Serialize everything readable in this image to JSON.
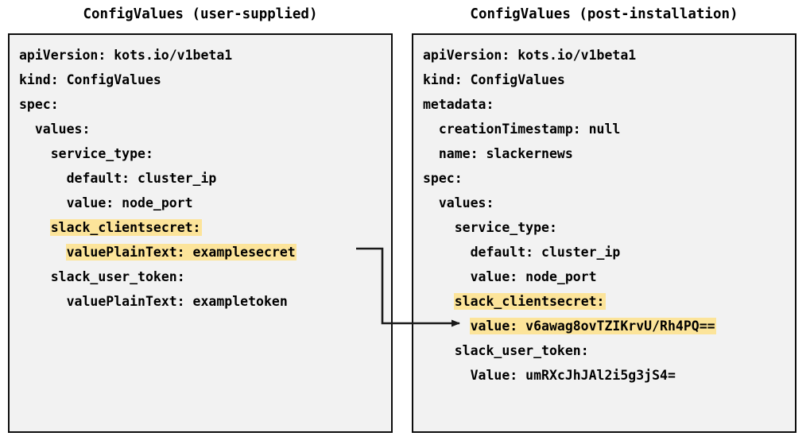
{
  "panels": {
    "left": {
      "title": "ConfigValues (user-supplied)",
      "lines": [
        {
          "text": "apiVersion: kots.io/v1beta1",
          "highlight": false
        },
        {
          "text": "kind: ConfigValues",
          "highlight": false
        },
        {
          "text": "spec:",
          "highlight": false
        },
        {
          "text": "  values:",
          "highlight": false
        },
        {
          "text": "    service_type:",
          "highlight": false
        },
        {
          "text": "      default: cluster_ip",
          "highlight": false
        },
        {
          "text": "      value: node_port",
          "highlight": false
        },
        {
          "text": "    slack_clientsecret:",
          "highlight": true
        },
        {
          "text": "      valuePlainText: examplesecret",
          "highlight": true
        },
        {
          "text": "    slack_user_token:",
          "highlight": false
        },
        {
          "text": "      valuePlainText: exampletoken",
          "highlight": false
        }
      ]
    },
    "right": {
      "title": "ConfigValues (post-installation)",
      "lines": [
        {
          "text": "apiVersion: kots.io/v1beta1",
          "highlight": false
        },
        {
          "text": "kind: ConfigValues",
          "highlight": false
        },
        {
          "text": "metadata:",
          "highlight": false
        },
        {
          "text": "  creationTimestamp: null",
          "highlight": false
        },
        {
          "text": "  name: slackernews",
          "highlight": false
        },
        {
          "text": "spec:",
          "highlight": false
        },
        {
          "text": "  values:",
          "highlight": false
        },
        {
          "text": "    service_type:",
          "highlight": false
        },
        {
          "text": "      default: cluster_ip",
          "highlight": false
        },
        {
          "text": "      value: node_port",
          "highlight": false
        },
        {
          "text": "    slack_clientsecret:",
          "highlight": true
        },
        {
          "text": "      value: v6awag8ovTZIKrvU/Rh4PQ==",
          "highlight": true
        },
        {
          "text": "    slack_user_token:",
          "highlight": false
        },
        {
          "text": "      Value: umRXcJhJAl2i5g3jS4=",
          "highlight": false
        }
      ]
    }
  },
  "connector": {
    "label": "encryption-mapping-arrow",
    "from_line": "      valuePlainText: examplesecret",
    "to_line": "      value: v6awag8ovTZIKrvU/Rh4PQ==",
    "color": "#1a1a1a"
  },
  "colors": {
    "highlight": "#fce49a",
    "box_background": "#f2f2f2",
    "box_border": "#0d0d0d",
    "text": "#000000"
  }
}
